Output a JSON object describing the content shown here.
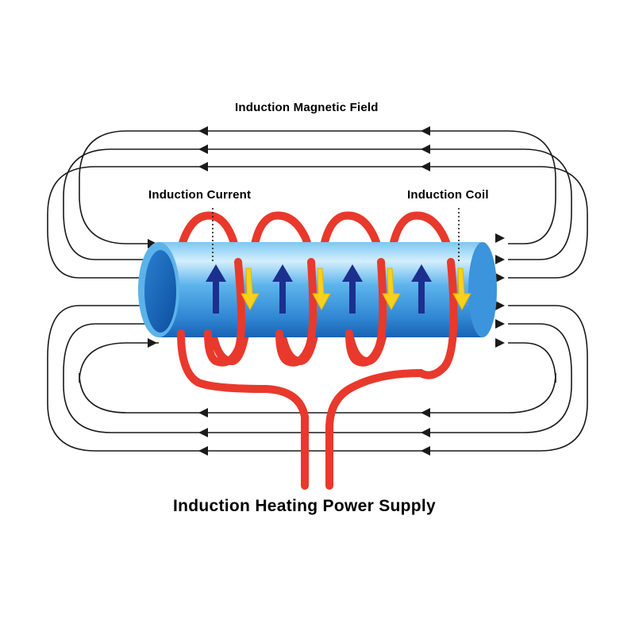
{
  "labels": {
    "magnetic_field": "Induction Magnetic Field",
    "current": "Induction Current",
    "coil": "Induction Coil",
    "power_supply": "Induction Heating Power Supply"
  },
  "colors": {
    "field_line": "#1a1a1a",
    "coil": "#e8392c",
    "tube_light": "#bfe6fb",
    "tube_mid": "#4aa8e6",
    "tube_dark": "#1e6fc4",
    "current_arrow": "#1b2f8f",
    "coil_arrow": "#f7d11f"
  }
}
